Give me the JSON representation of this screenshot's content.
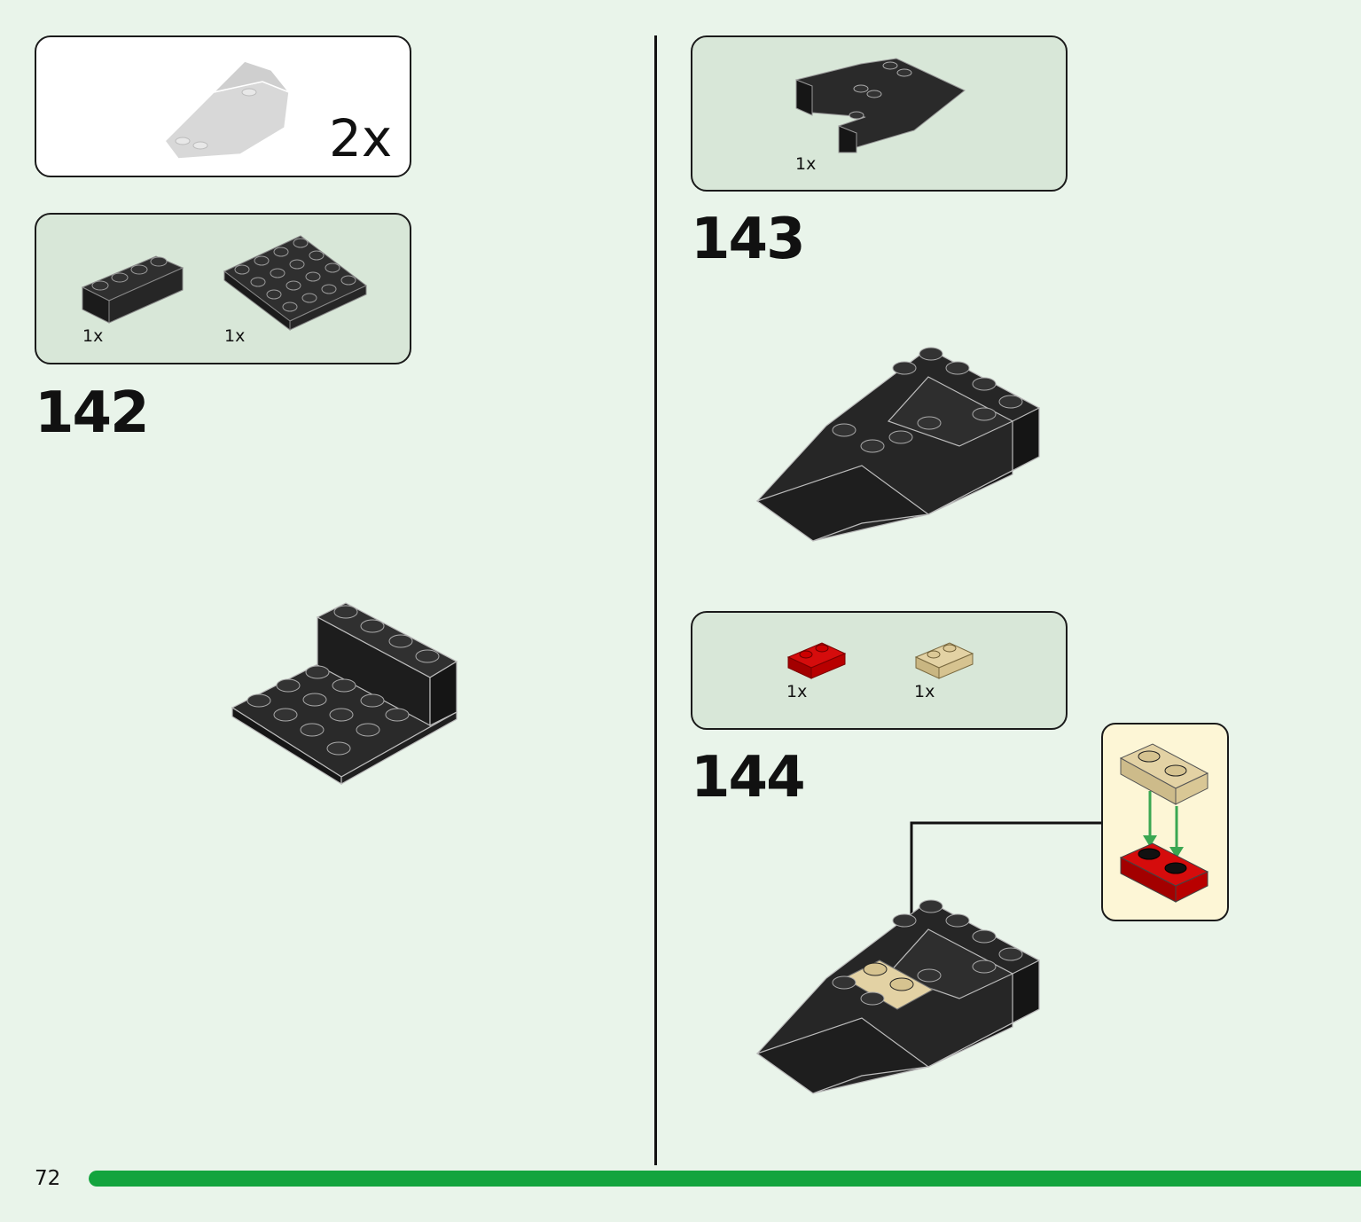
{
  "page": {
    "number": "72",
    "progress": 1.0,
    "accent_color": "#13a43e"
  },
  "subassembly": {
    "multiplier": "2x",
    "ghost_icon": "ghost-wing-assembly-icon"
  },
  "steps": [
    {
      "number": "142",
      "parts": [
        {
          "qty": "1x",
          "icon": "black-brick-1x4-icon",
          "color": "#2b2b2b"
        },
        {
          "qty": "1x",
          "icon": "black-plate-4x4-icon",
          "color": "#2b2b2b"
        }
      ]
    },
    {
      "number": "143",
      "parts": [
        {
          "qty": "1x",
          "icon": "black-wedge-wing-icon",
          "color": "#2b2b2b"
        }
      ]
    },
    {
      "number": "144",
      "parts": [
        {
          "qty": "1x",
          "icon": "red-plate-1x2-icon",
          "color": "#d50c0c"
        },
        {
          "qty": "1x",
          "icon": "tan-plate-1x2-icon",
          "color": "#e3d2a4"
        }
      ]
    }
  ]
}
